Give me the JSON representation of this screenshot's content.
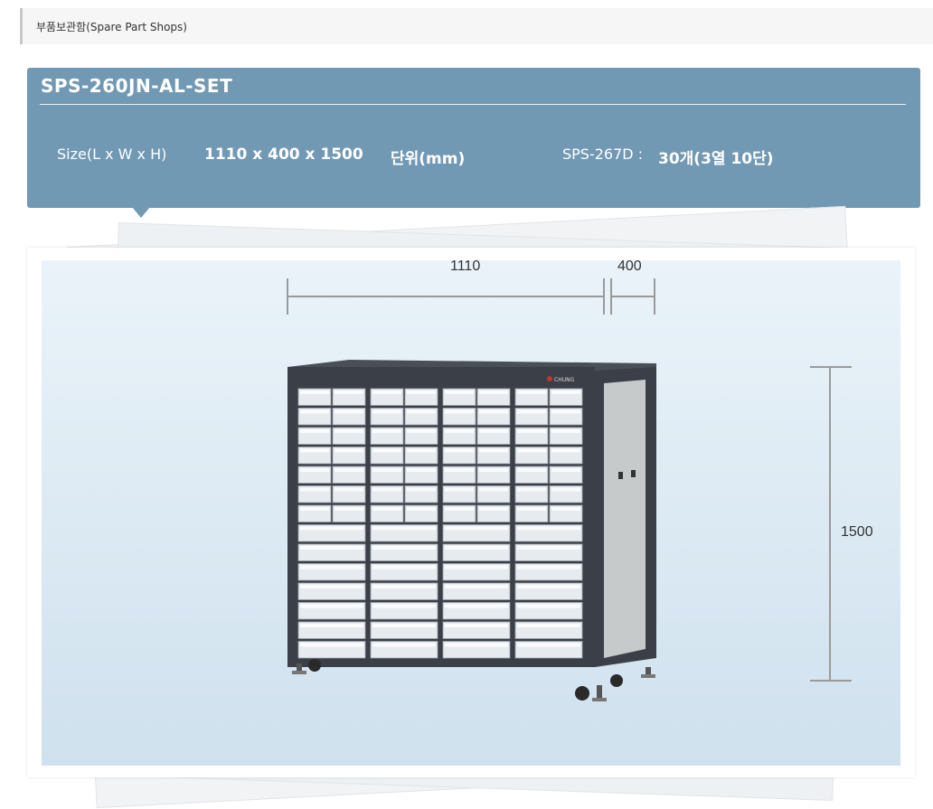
{
  "breadcrumb": {
    "label": "부품보관함(Spare Part Shops)"
  },
  "product": {
    "model": "SPS-260JN-AL-SET",
    "size_label": "Size(L x W x H)",
    "size_value": "1110 x 400 x 1500",
    "unit": "단위(mm)",
    "drawer_model": "SPS-267D :",
    "drawer_count": "30개(3열 10단)"
  },
  "figure": {
    "dim_length": "1110",
    "dim_width": "400",
    "dim_height": "1500",
    "brand_logo": "CHUNG"
  },
  "colors": {
    "panel": "#7299b3",
    "cabinet_frame": "#3b3f47",
    "side_panel": "#c7cacb"
  }
}
